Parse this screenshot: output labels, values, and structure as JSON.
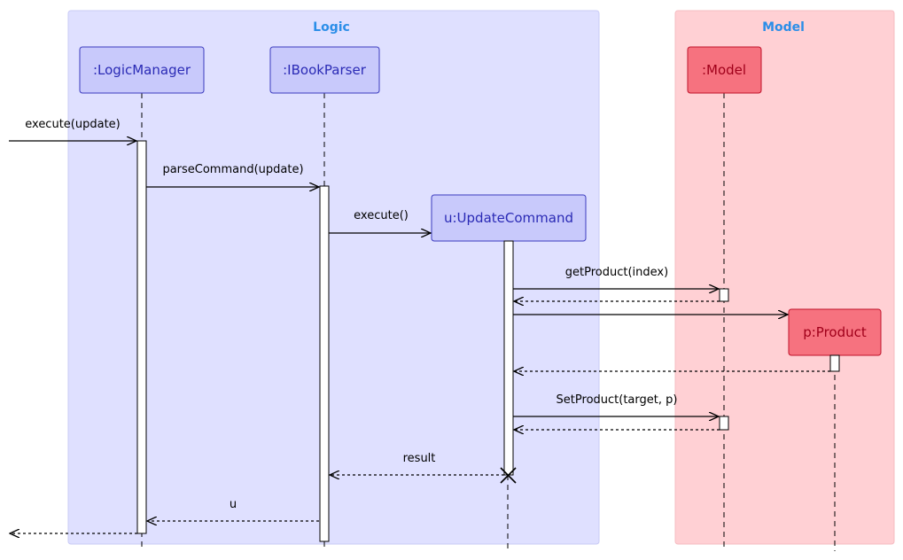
{
  "groups": {
    "logic": {
      "title": "Logic",
      "color": "#dfe0ff",
      "title_color": "#2b8ee8"
    },
    "model": {
      "title": "Model",
      "color": "#ffd0d4",
      "title_color": "#2b8ee8"
    }
  },
  "participants": {
    "logic_manager": {
      "label": ":LogicManager",
      "fill": "#c8c9fb",
      "stroke": "#3b3bbf",
      "text": "#2a2ab5"
    },
    "ibook_parser": {
      "label": ":IBookParser",
      "fill": "#c8c9fb",
      "stroke": "#3b3bbf",
      "text": "#2a2ab5"
    },
    "update_command": {
      "label": "u:UpdateCommand",
      "fill": "#c8c9fb",
      "stroke": "#3b3bbf",
      "text": "#2a2ab5"
    },
    "model": {
      "label": ":Model",
      "fill": "#f6727f",
      "stroke": "#c0122a",
      "text": "#a0001a"
    },
    "product": {
      "label": "p:Product",
      "fill": "#f6727f",
      "stroke": "#c0122a",
      "text": "#a0001a"
    }
  },
  "messages": {
    "execute_update": "execute(update)",
    "parse_command": "parseCommand(update)",
    "execute": "execute()",
    "get_product": "getProduct(index)",
    "set_product": "SetProduct(target, p)",
    "result": "result",
    "u": "u"
  }
}
